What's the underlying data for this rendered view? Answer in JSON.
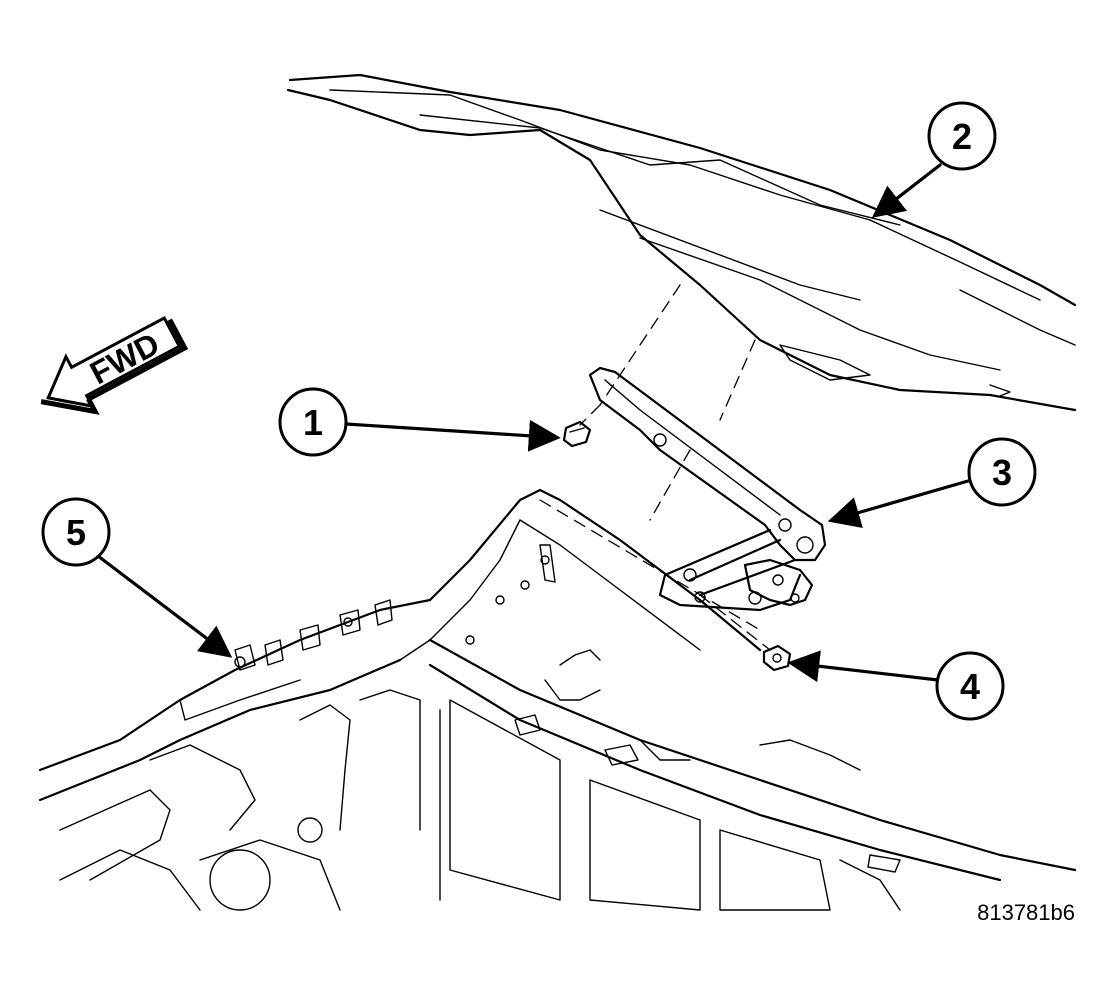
{
  "direction_label": "FWD",
  "figure_id": "813781b6",
  "callouts": [
    {
      "number": "1"
    },
    {
      "number": "2"
    },
    {
      "number": "3"
    },
    {
      "number": "4"
    },
    {
      "number": "5"
    }
  ],
  "colors": {
    "ink": "#000000",
    "paper": "#ffffff"
  }
}
